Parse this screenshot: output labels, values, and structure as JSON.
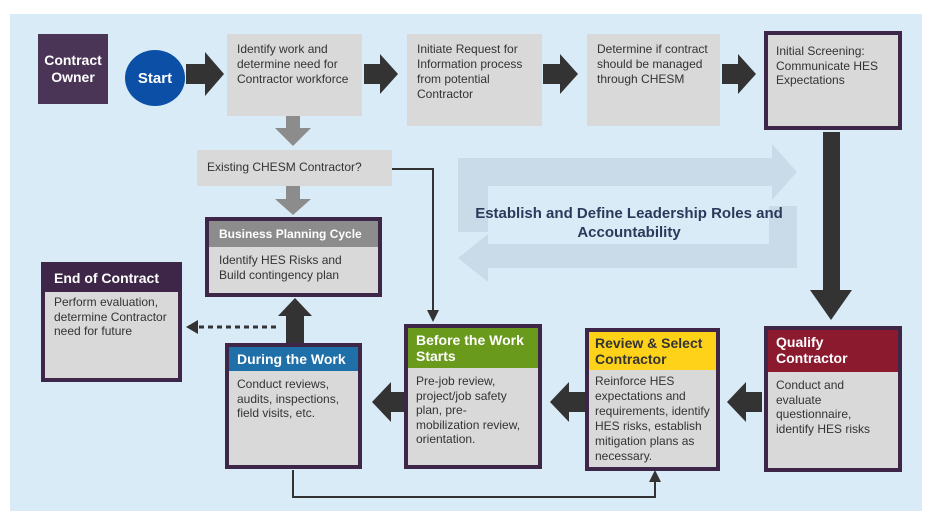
{
  "contract_owner": "Contract Owner",
  "start": "Start",
  "identify_work": "Identify work and determine need for Contractor workforce",
  "initiate_request": "Initiate Request for Information process from potential Contractor",
  "determine_chesm": "Determine if contract should be managed through CHESM",
  "initial_screening": "Initial Screening: Communicate HES Expectations",
  "existing_chesm": "Existing CHESM Contractor?",
  "center_label": "Establish and Define Leadership Roles and Accountability",
  "business_planning": {
    "title": "Business Planning Cycle",
    "body": "Identify HES Risks and Build contingency plan"
  },
  "end_of_contract": {
    "title": "End of Contract",
    "body": "Perform evaluation, determine Contractor need for future"
  },
  "during_work": {
    "title": "During the Work",
    "body": "Conduct reviews, audits, inspections, field visits, etc."
  },
  "before_work": {
    "title": "Before the Work Starts",
    "body": "Pre-job review, project/job safety plan, pre-mobilization review, orientation."
  },
  "review_select": {
    "title": "Review & Select Contractor",
    "body": "Reinforce HES expectations and requirements, identify HES risks, establish mitigation plans as necessary."
  },
  "qualify": {
    "title": "Qualify Contractor",
    "body": "Conduct and evaluate questionnaire, identify HES risks"
  },
  "colors": {
    "panel": "#d9ebf7",
    "purple": "#3e2648",
    "start_blue": "#0b4fa6",
    "during_blue": "#1f6fa8",
    "before_green": "#6a9a1c",
    "review_yellow": "#ffd21a",
    "qualify_red": "#8c1a2e",
    "arrow_dark": "#333333",
    "arrow_gray": "#8c8c8c",
    "cycle_arrow": "#c9dbe8"
  }
}
